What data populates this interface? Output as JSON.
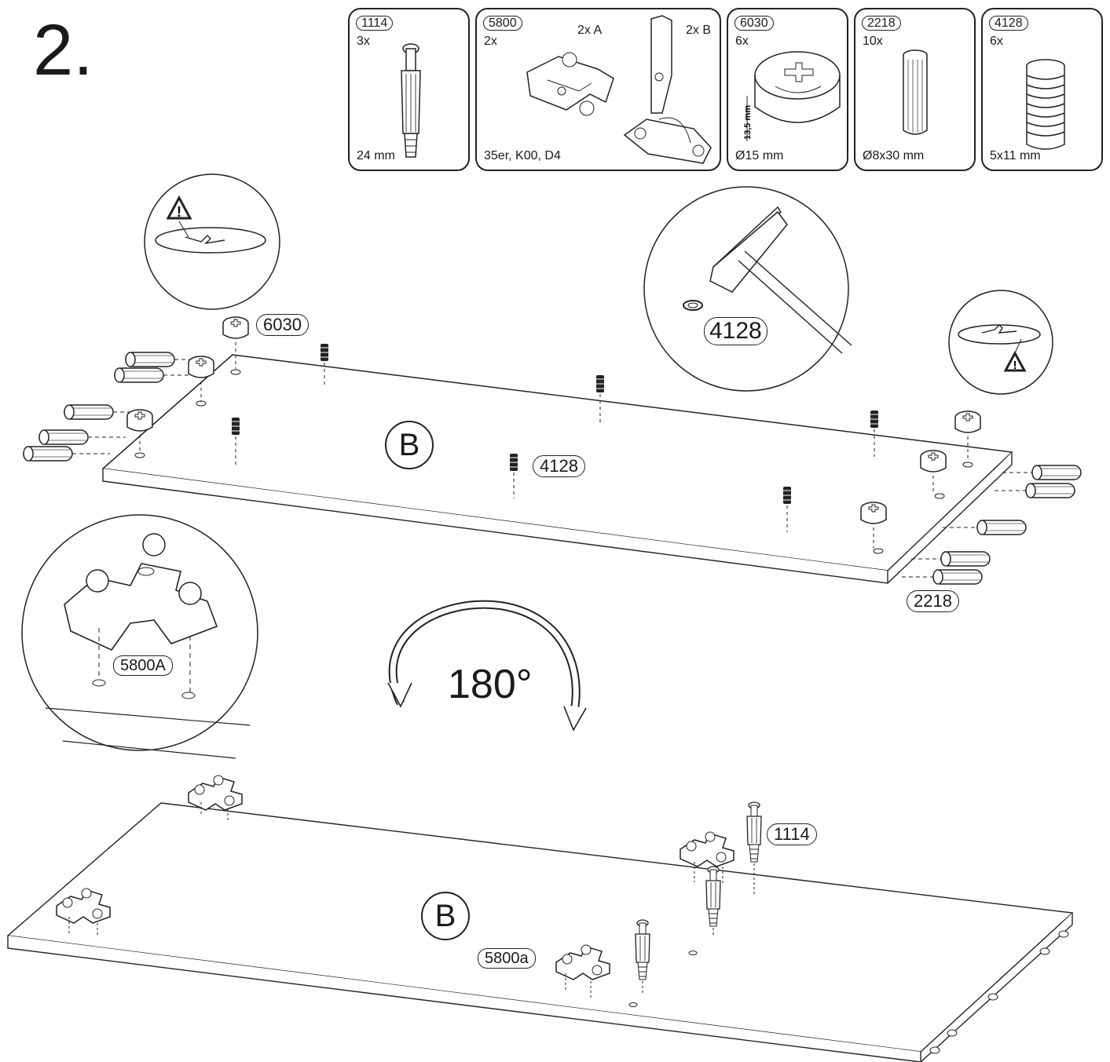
{
  "step": {
    "number": "2."
  },
  "parts": [
    {
      "code": "1114",
      "qty": "3x",
      "dim": "24 mm"
    },
    {
      "code": "5800",
      "qty": "2x",
      "dim": "35er, K00, D4",
      "label_a": "2x A",
      "label_b": "2x B"
    },
    {
      "code": "6030",
      "qty": "6x",
      "dim": "Ø15 mm",
      "depth": "13,5 mm"
    },
    {
      "code": "2218",
      "qty": "10x",
      "dim": "Ø8x30 mm"
    },
    {
      "code": "4128",
      "qty": "6x",
      "dim": "5x11 mm"
    }
  ],
  "callouts": {
    "cam": "6030",
    "insert_mid": "4128",
    "insert_zoom": "4128",
    "dowel": "2218",
    "plate_zoom": "5800A",
    "bolt": "1114",
    "plate_bottom": "5800a"
  },
  "panel": {
    "letter_top": "B",
    "letter_bottom": "B"
  },
  "rotation": {
    "label": "180°"
  },
  "warning": {
    "symbol": "!"
  }
}
